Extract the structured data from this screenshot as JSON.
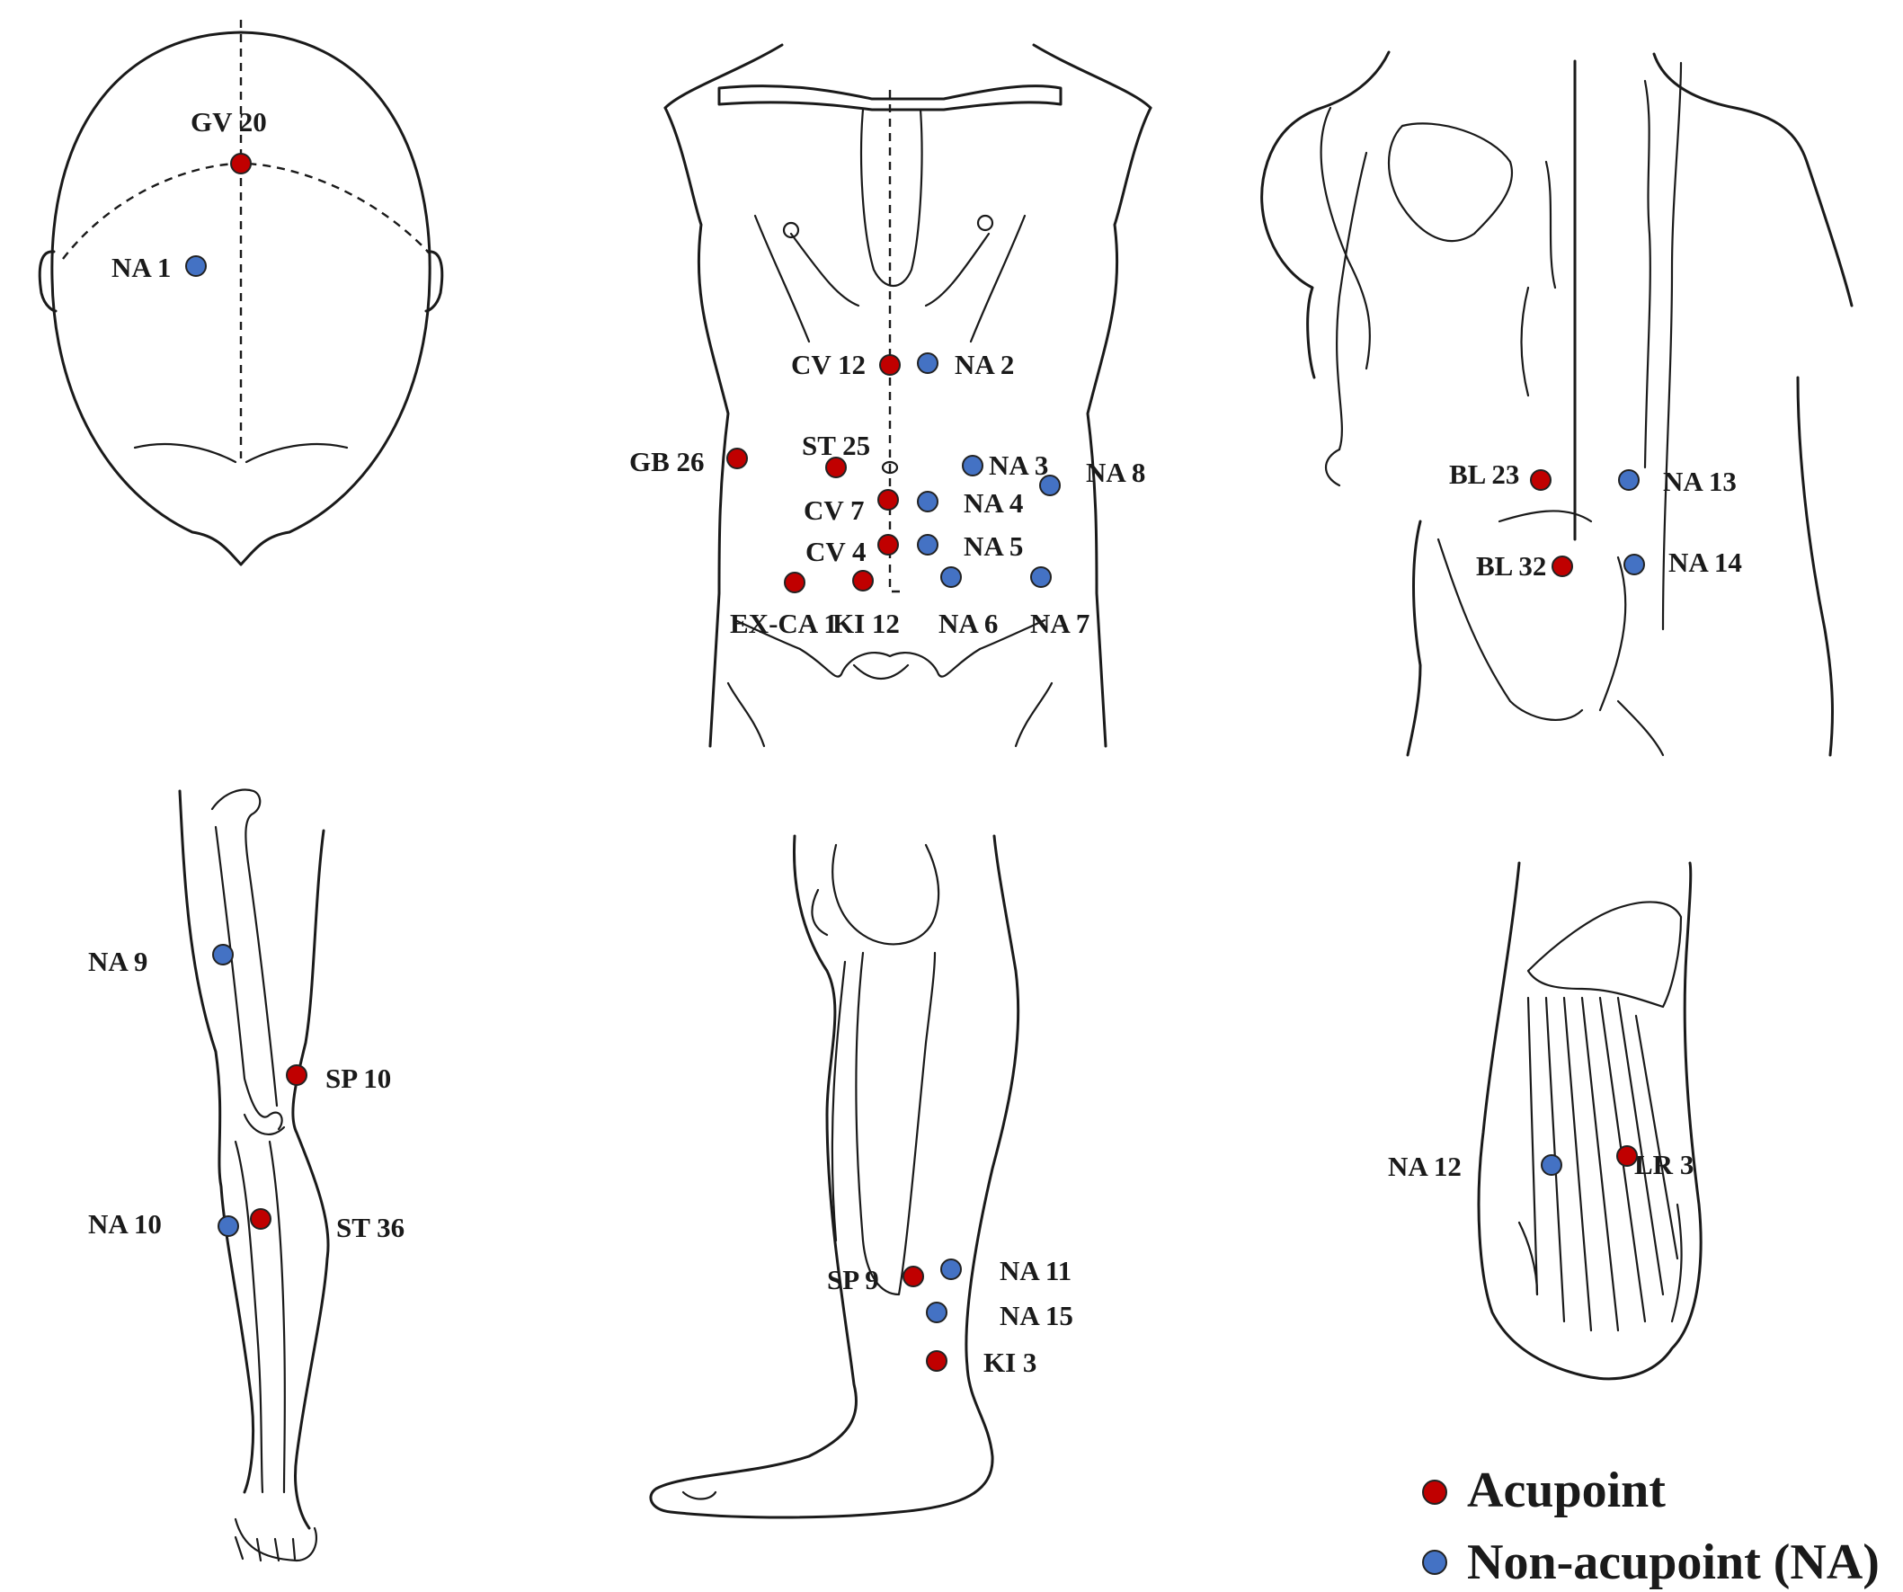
{
  "colors": {
    "acupoint": "#c00000",
    "non_acupoint": "#4472c4"
  },
  "legend": {
    "acupoint": "Acupoint",
    "non_acupoint": "Non-acupoint (NA)"
  },
  "points": [
    {
      "id": "gv20",
      "label": "GV 20",
      "kind": "acupoint"
    },
    {
      "id": "na1",
      "label": "NA 1",
      "kind": "non_acupoint"
    },
    {
      "id": "cv12",
      "label": "CV 12",
      "kind": "acupoint"
    },
    {
      "id": "na2",
      "label": "NA 2",
      "kind": "non_acupoint"
    },
    {
      "id": "gb26",
      "label": "GB 26",
      "kind": "acupoint"
    },
    {
      "id": "st25",
      "label": "ST 25",
      "kind": "acupoint"
    },
    {
      "id": "na3",
      "label": "NA 3",
      "kind": "non_acupoint"
    },
    {
      "id": "na8",
      "label": "NA 8",
      "kind": "non_acupoint"
    },
    {
      "id": "cv7",
      "label": "CV 7",
      "kind": "acupoint"
    },
    {
      "id": "na4",
      "label": "NA 4",
      "kind": "non_acupoint"
    },
    {
      "id": "cv4",
      "label": "CV 4",
      "kind": "acupoint"
    },
    {
      "id": "na5",
      "label": "NA 5",
      "kind": "non_acupoint"
    },
    {
      "id": "exca1",
      "label": "EX-CA 1",
      "kind": "acupoint"
    },
    {
      "id": "ki12",
      "label": "KI 12",
      "kind": "acupoint"
    },
    {
      "id": "na6",
      "label": "NA 6",
      "kind": "non_acupoint"
    },
    {
      "id": "na7",
      "label": "NA 7",
      "kind": "non_acupoint"
    },
    {
      "id": "bl23",
      "label": "BL 23",
      "kind": "acupoint"
    },
    {
      "id": "na13",
      "label": "NA 13",
      "kind": "non_acupoint"
    },
    {
      "id": "bl32",
      "label": "BL 32",
      "kind": "acupoint"
    },
    {
      "id": "na14",
      "label": "NA 14",
      "kind": "non_acupoint"
    },
    {
      "id": "na9",
      "label": "NA 9",
      "kind": "non_acupoint"
    },
    {
      "id": "sp10",
      "label": "SP 10",
      "kind": "acupoint"
    },
    {
      "id": "na10",
      "label": "NA 10",
      "kind": "non_acupoint"
    },
    {
      "id": "st36",
      "label": "ST 36",
      "kind": "acupoint"
    },
    {
      "id": "sp9",
      "label": "SP 9",
      "kind": "acupoint"
    },
    {
      "id": "na11",
      "label": "NA 11",
      "kind": "non_acupoint"
    },
    {
      "id": "na15",
      "label": "NA 15",
      "kind": "non_acupoint"
    },
    {
      "id": "ki3",
      "label": "KI 3",
      "kind": "acupoint"
    },
    {
      "id": "na12",
      "label": "NA 12",
      "kind": "non_acupoint"
    },
    {
      "id": "lr3",
      "label": "LR 3",
      "kind": "acupoint"
    }
  ]
}
